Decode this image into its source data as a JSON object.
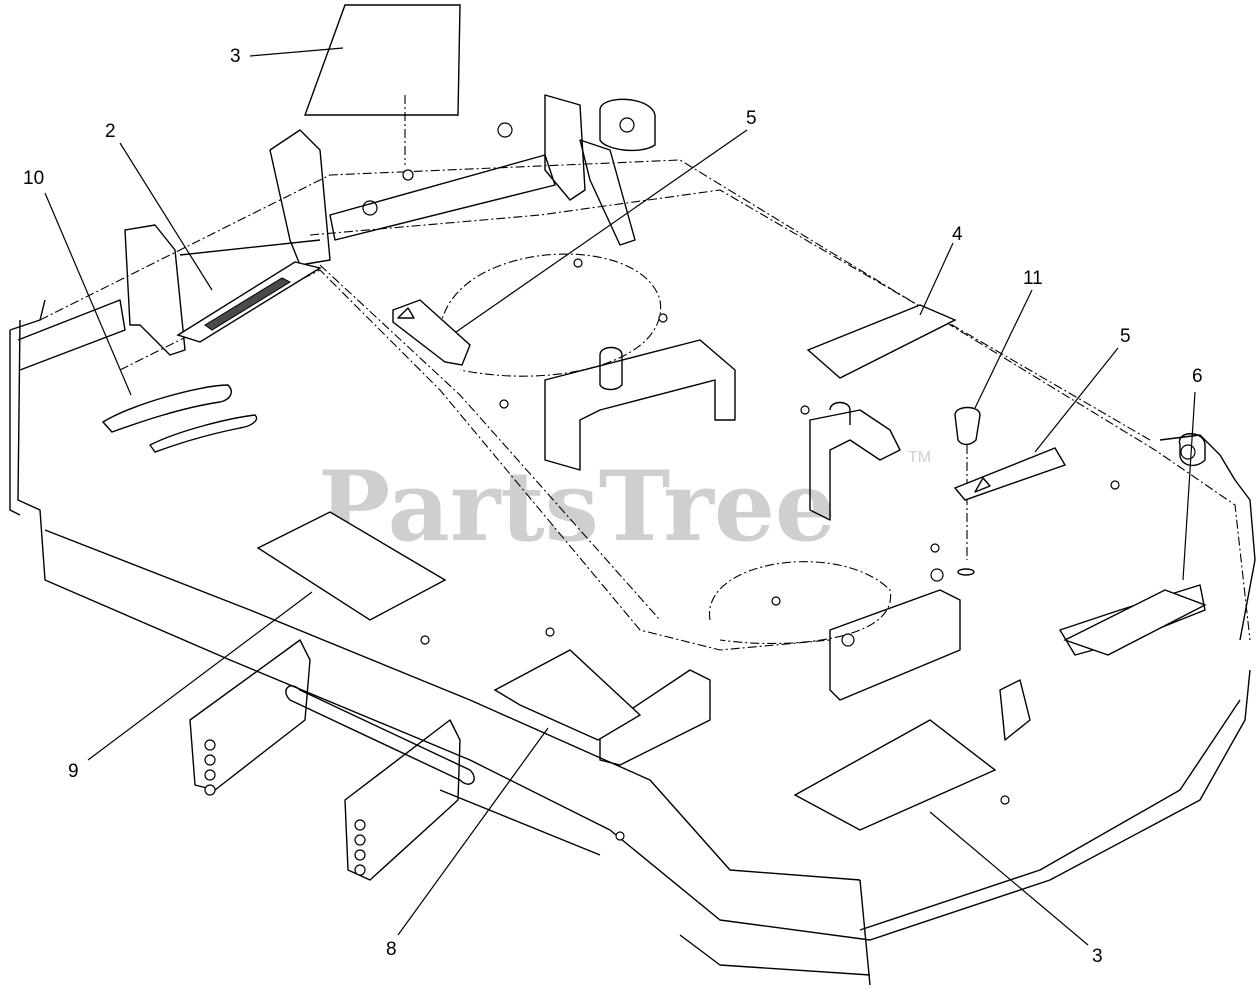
{
  "watermark": {
    "text": "PartsTree",
    "trademark": "TM"
  },
  "callouts": [
    {
      "id": "c3-top",
      "label": "3"
    },
    {
      "id": "c2",
      "label": "2"
    },
    {
      "id": "c10",
      "label": "10"
    },
    {
      "id": "c5-mid",
      "label": "5"
    },
    {
      "id": "c4",
      "label": "4"
    },
    {
      "id": "c11",
      "label": "11"
    },
    {
      "id": "c5-right",
      "label": "5"
    },
    {
      "id": "c6",
      "label": "6"
    },
    {
      "id": "c9",
      "label": "9"
    },
    {
      "id": "c8",
      "label": "8"
    },
    {
      "id": "c3-bottom",
      "label": "3"
    }
  ]
}
